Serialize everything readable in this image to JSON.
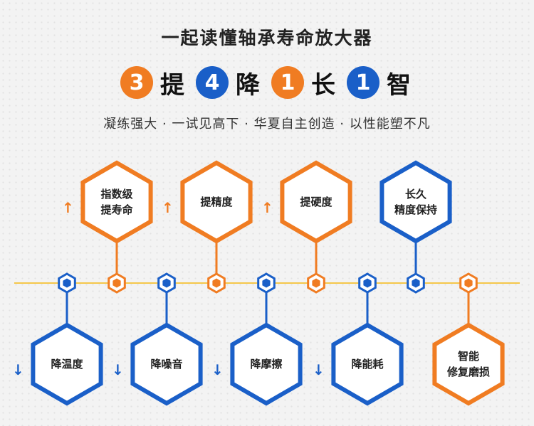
{
  "title": "一起读懂轴承寿命放大器",
  "headline": [
    {
      "number": "3",
      "word": "提",
      "color": "orange"
    },
    {
      "number": "4",
      "word": "降",
      "color": "blue"
    },
    {
      "number": "1",
      "word": "长",
      "color": "orange"
    },
    {
      "number": "1",
      "word": "智",
      "color": "blue"
    }
  ],
  "subtitle": "凝练强大 · 一试见高下 · 华夏自主创造 · 以性能塑不凡",
  "colors": {
    "orange": "#f07c22",
    "blue": "#1a5fc8",
    "timeline": "#f5c74a"
  },
  "top_items": [
    {
      "lines": [
        "指数级",
        "提寿命"
      ],
      "color": "orange",
      "arrow": "up",
      "arrow_glyph": "↑"
    },
    {
      "lines": [
        "提精度"
      ],
      "color": "orange",
      "arrow": "up",
      "arrow_glyph": "↑"
    },
    {
      "lines": [
        "提硬度"
      ],
      "color": "orange",
      "arrow": "up",
      "arrow_glyph": "↑"
    },
    {
      "lines": [
        "长久",
        "精度保持"
      ],
      "color": "blue",
      "arrow": "none",
      "arrow_glyph": ""
    }
  ],
  "bottom_items": [
    {
      "lines": [
        "降温度"
      ],
      "color": "blue",
      "arrow": "down",
      "arrow_glyph": "↓"
    },
    {
      "lines": [
        "降噪音"
      ],
      "color": "blue",
      "arrow": "down",
      "arrow_glyph": "↓"
    },
    {
      "lines": [
        "降摩擦"
      ],
      "color": "blue",
      "arrow": "down",
      "arrow_glyph": "↓"
    },
    {
      "lines": [
        "降能耗"
      ],
      "color": "blue",
      "arrow": "down",
      "arrow_glyph": "↓"
    },
    {
      "lines": [
        "智能",
        "修复磨损"
      ],
      "color": "orange",
      "arrow": "none",
      "arrow_glyph": ""
    }
  ]
}
